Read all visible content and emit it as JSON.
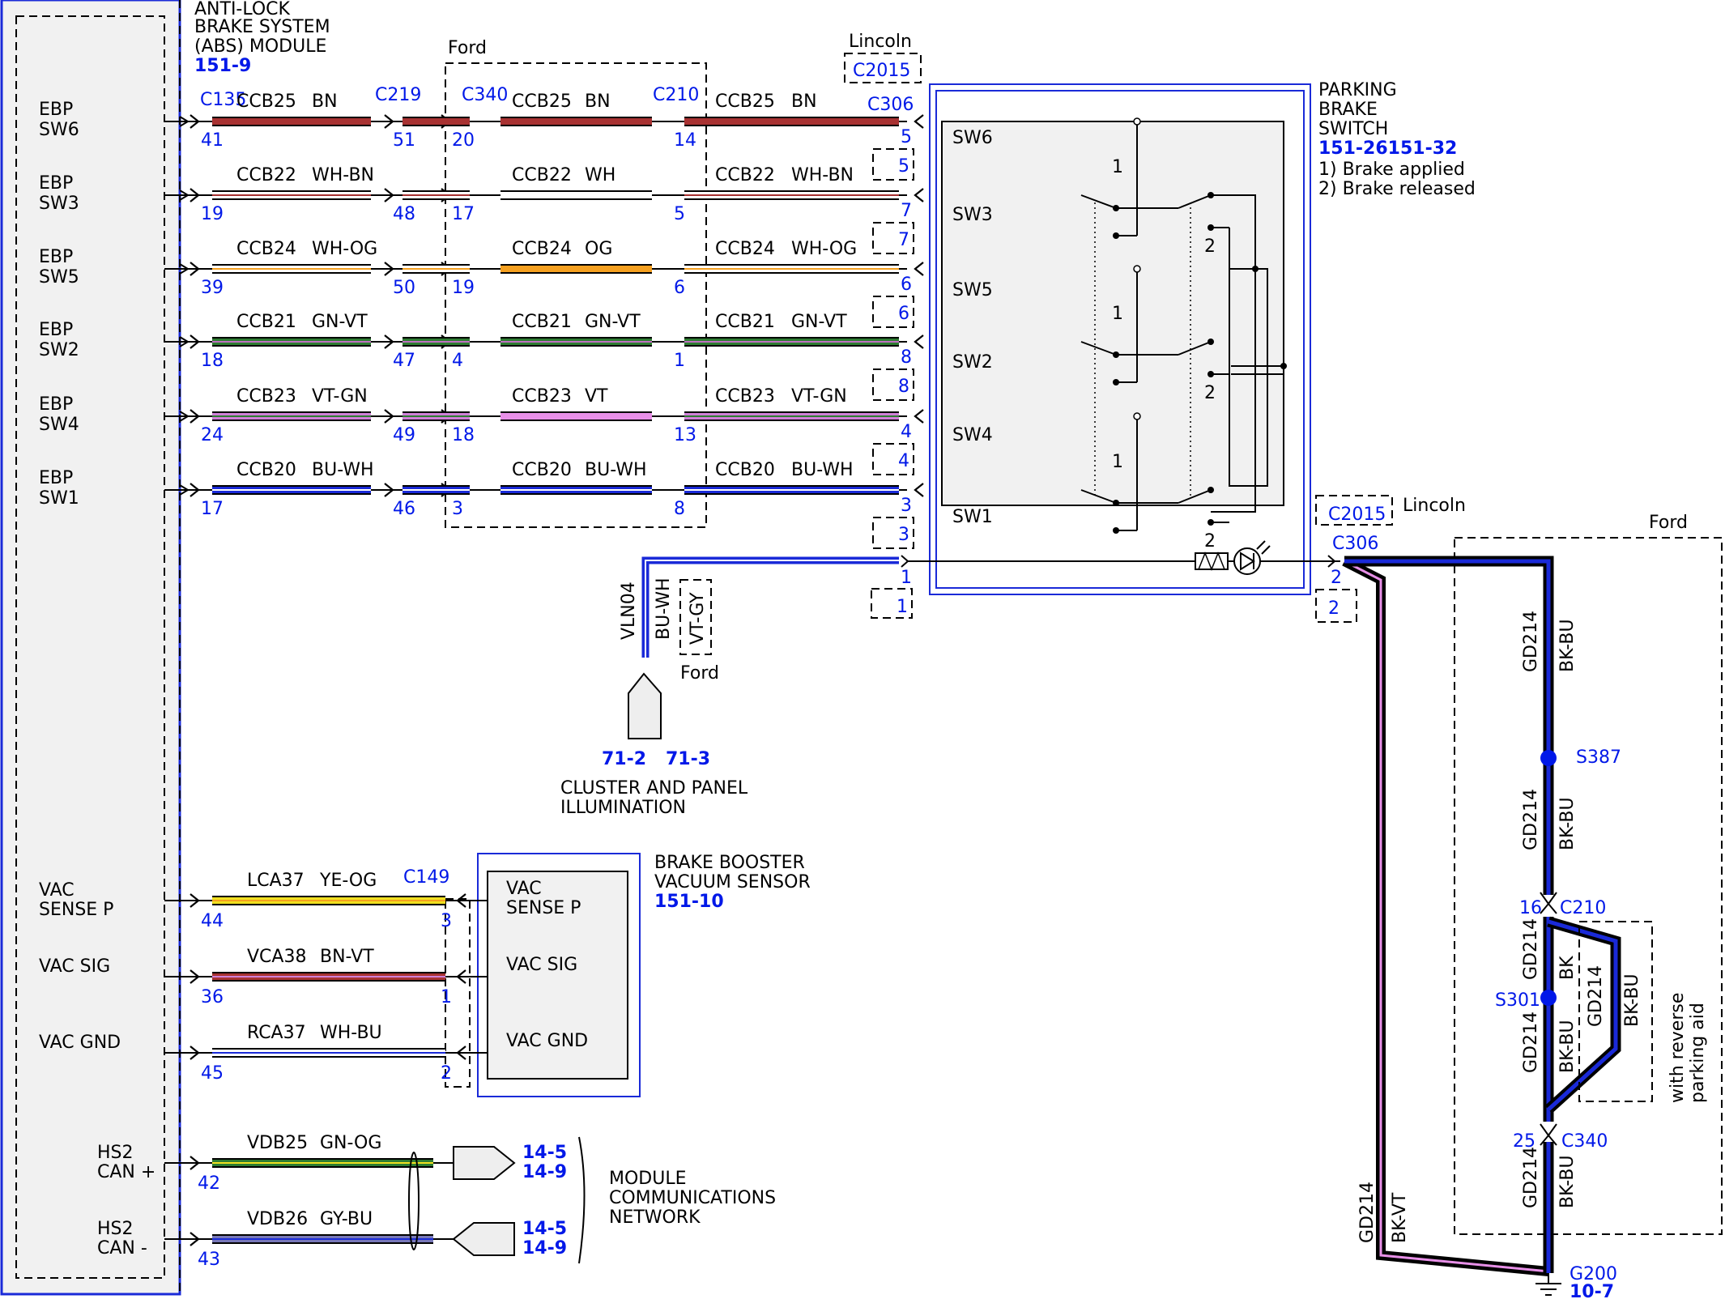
{
  "abs": {
    "title": [
      "ANTI-LOCK",
      "BRAKE SYSTEM",
      "(ABS) MODULE"
    ],
    "ref": "151-9"
  },
  "abs_pins": [
    {
      "l1": "EBP",
      "l2": "SW6"
    },
    {
      "l1": "EBP",
      "l2": "SW3"
    },
    {
      "l1": "EBP",
      "l2": "SW5"
    },
    {
      "l1": "EBP",
      "l2": "SW2"
    },
    {
      "l1": "EBP",
      "l2": "SW4"
    },
    {
      "l1": "EBP",
      "l2": "SW1"
    }
  ],
  "connectors": {
    "c135": "C135",
    "c219": "C219",
    "c340": "C340",
    "c210": "C210",
    "c306": "C306",
    "c2015": "C2015"
  },
  "ford": "Ford",
  "lincoln": "Lincoln",
  "wires": [
    {
      "c1": "CCB25",
      "k1": "BN",
      "c2": "CCB25",
      "k2": "BN",
      "c3": "CCB25",
      "k3": "BN",
      "p135": "41",
      "p219": "51",
      "p340": "20",
      "p210": "14",
      "p306": "5",
      "p2015": "5",
      "col1a": "#a83232",
      "col1b": "#a83232",
      "col2a": "#a83232",
      "col2b": "#a83232"
    },
    {
      "c1": "CCB22",
      "k1": "WH-BN",
      "c2": "CCB22",
      "k2": "WH",
      "c3": "CCB22",
      "k3": "WH-BN",
      "p135": "19",
      "p219": "48",
      "p340": "17",
      "p210": "5",
      "p306": "7",
      "p2015": "7",
      "col1a": "#ffffff",
      "col1b": "#a83232",
      "col2a": "#ffffff",
      "col2b": "#ffffff"
    },
    {
      "c1": "CCB24",
      "k1": "WH-OG",
      "c2": "CCB24",
      "k2": "OG",
      "c3": "CCB24",
      "k3": "WH-OG",
      "p135": "39",
      "p219": "50",
      "p340": "19",
      "p210": "6",
      "p306": "6",
      "p2015": "6",
      "col1a": "#ffffff",
      "col1b": "#f5a020",
      "col2a": "#f5a020",
      "col2b": "#f5a020"
    },
    {
      "c1": "CCB21",
      "k1": "GN-VT",
      "c2": "CCB21",
      "k2": "GN-VT",
      "c3": "CCB21",
      "k3": "GN-VT",
      "p135": "18",
      "p219": "47",
      "p340": "4",
      "p210": "1",
      "p306": "8",
      "p2015": "8",
      "col1a": "#2e7d32",
      "col1b": "#c070c0",
      "col2a": "#2e7d32",
      "col2b": "#c070c0"
    },
    {
      "c1": "CCB23",
      "k1": "VT-GN",
      "c2": "CCB23",
      "k2": "VT",
      "c3": "CCB23",
      "k3": "VT-GN",
      "p135": "24",
      "p219": "49",
      "p340": "18",
      "p210": "13",
      "p306": "4",
      "p2015": "4",
      "col1a": "#d080d8",
      "col1b": "#2e7d32",
      "col2a": "#e890e8",
      "col2b": "#e890e8"
    },
    {
      "c1": "CCB20",
      "k1": "BU-WH",
      "c2": "CCB20",
      "k2": "BU-WH",
      "c3": "CCB20",
      "k3": "BU-WH",
      "p135": "17",
      "p219": "46",
      "p340": "3",
      "p210": "8",
      "p306": "3",
      "p2015": "3",
      "col1a": "#1a2ad8",
      "col1b": "#ffffff",
      "col2a": "#1a2ad8",
      "col2b": "#ffffff"
    }
  ],
  "pbs": {
    "title": [
      "PARKING",
      "BRAKE",
      "SWITCH"
    ],
    "ref": "151-26151-32",
    "notes": [
      "1) Brake applied",
      "2) Brake released"
    ],
    "sw": [
      "SW6",
      "SW3",
      "SW5",
      "SW2",
      "SW4",
      "SW1"
    ],
    "pos1": "1",
    "pos2": "2"
  },
  "illum": {
    "p306": "1",
    "p2015": "1",
    "circuit": "VLN04",
    "color": "BU-WH",
    "alt": "VT-GY",
    "ford": "Ford",
    "ref1": "71-2",
    "ref2": "71-3",
    "title": [
      "CLUSTER AND PANEL",
      "ILLUMINATION"
    ]
  },
  "ground": {
    "c2015": "C2015",
    "lincoln": "Lincoln",
    "c306": "C306",
    "p306": "2",
    "p2015": "2",
    "ford": "Ford",
    "gd": "GD214",
    "bkbu": "BK-BU",
    "bk": "BK",
    "bkvt": "BK-VT",
    "s387": "S387",
    "s301": "S301",
    "c210": "C210",
    "p210": "16",
    "c340": "C340",
    "p340": "25",
    "g200": "G200",
    "g200ref": "10-7",
    "option": [
      "with reverse",
      "parking aid"
    ]
  },
  "vac": {
    "sensor_title": [
      "BRAKE BOOSTER",
      "VACUUM SENSOR"
    ],
    "sensor_ref": "151-10",
    "conn": "C149",
    "rows": [
      {
        "abs1": "VAC",
        "abs2": "SENSE P",
        "circ": "LCA37",
        "col": "YE-OG",
        "pabs": "44",
        "psen": "3",
        "sen1": "VAC",
        "sen2": "SENSE P"
      },
      {
        "abs1": "VAC SIG",
        "abs2": "",
        "circ": "VCA38",
        "col": "BN-VT",
        "pabs": "36",
        "psen": "1",
        "sen1": "VAC SIG",
        "sen2": ""
      },
      {
        "abs1": "VAC GND",
        "abs2": "",
        "circ": "RCA37",
        "col": "WH-BU",
        "pabs": "45",
        "psen": "2",
        "sen1": "VAC GND",
        "sen2": ""
      }
    ]
  },
  "can": {
    "rows": [
      {
        "l1": "HS2",
        "l2": "CAN +",
        "circ": "VDB25",
        "col": "GN-OG",
        "pin": "42",
        "r1": "14-5",
        "r2": "14-9"
      },
      {
        "l1": "HS2",
        "l2": "CAN -",
        "circ": "VDB26",
        "col": "GY-BU",
        "pin": "43",
        "r1": "14-5",
        "r2": "14-9"
      }
    ],
    "title": [
      "MODULE",
      "COMMUNICATIONS",
      "NETWORK"
    ]
  },
  "colors": {
    "blue": "#0018e8",
    "bn": "#a83232",
    "gn": "#2e7d32",
    "vt": "#d080d8",
    "og": "#f5a020",
    "bu": "#1a2ad8",
    "ye": "#f0e020",
    "gy": "#7878b8"
  }
}
